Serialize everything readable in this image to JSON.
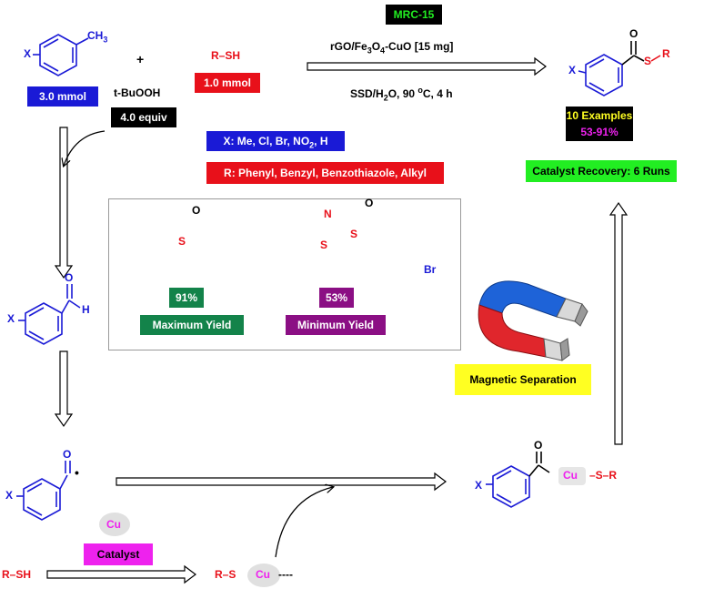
{
  "catalyst_name": "MRC-15",
  "conditions": {
    "catalyst_line": "rGO/Fe3O4-CuO [15 mg]",
    "catalyst_pre": "rGO/Fe",
    "catalyst_sub1": "3",
    "catalyst_mid": "O",
    "catalyst_sub2": "4",
    "catalyst_post": "-CuO [15 mg]",
    "solvent_pre": "SSD/H",
    "solvent_sub": "2",
    "solvent_post": "O, 90 ",
    "temp_sup": "o",
    "temp_post": "C, 4 h"
  },
  "reactants": {
    "toluene_amount": "3.0 mmol",
    "oxidant": "t-BuOOH",
    "oxidant_equiv": "4.0 equiv",
    "thiol_label": "R–SH",
    "thiol_amount": "1.0 mmol",
    "plus": "+"
  },
  "substituents": {
    "x_pre": "X: Me, Cl, Br, NO",
    "x_sub": "2",
    "x_post": ", H",
    "r_line": "R: Phenyl, Benzyl, Benzothiazole, Alkyl"
  },
  "results": {
    "examples": "10 Examples",
    "yield_range": "53-91%",
    "recovery": "Catalyst Recovery: 6 Runs"
  },
  "highlights": {
    "max_value": "91%",
    "max_label": "Maximum Yield",
    "min_value": "53%",
    "min_label": "Minimum Yield"
  },
  "magnet_label": "Magnetic Separation",
  "mechanism": {
    "cu_badge": "Cu",
    "catalyst_label": "Catalyst",
    "thiol_start": "R–SH",
    "thiolate_r": "R–S",
    "thiolate_cu": "Cu",
    "thiolate_dash": "----",
    "complex_cu": "Cu",
    "complex_sr": "–S–R"
  },
  "atoms": {
    "x": "X",
    "ch3": "CH",
    "ch3_sub": "3",
    "o": "O",
    "h": "H",
    "s": "S",
    "r": "R",
    "n": "N",
    "br": "Br",
    "dot": "•"
  },
  "colors": {
    "blue": "#1a1ad6",
    "red": "#e8101a",
    "green_bright": "#22ee22",
    "green_dark": "#13834a",
    "purple": "#8b0f84",
    "magenta": "#ee22ee",
    "yellow": "#ffff22",
    "black": "#000000"
  }
}
